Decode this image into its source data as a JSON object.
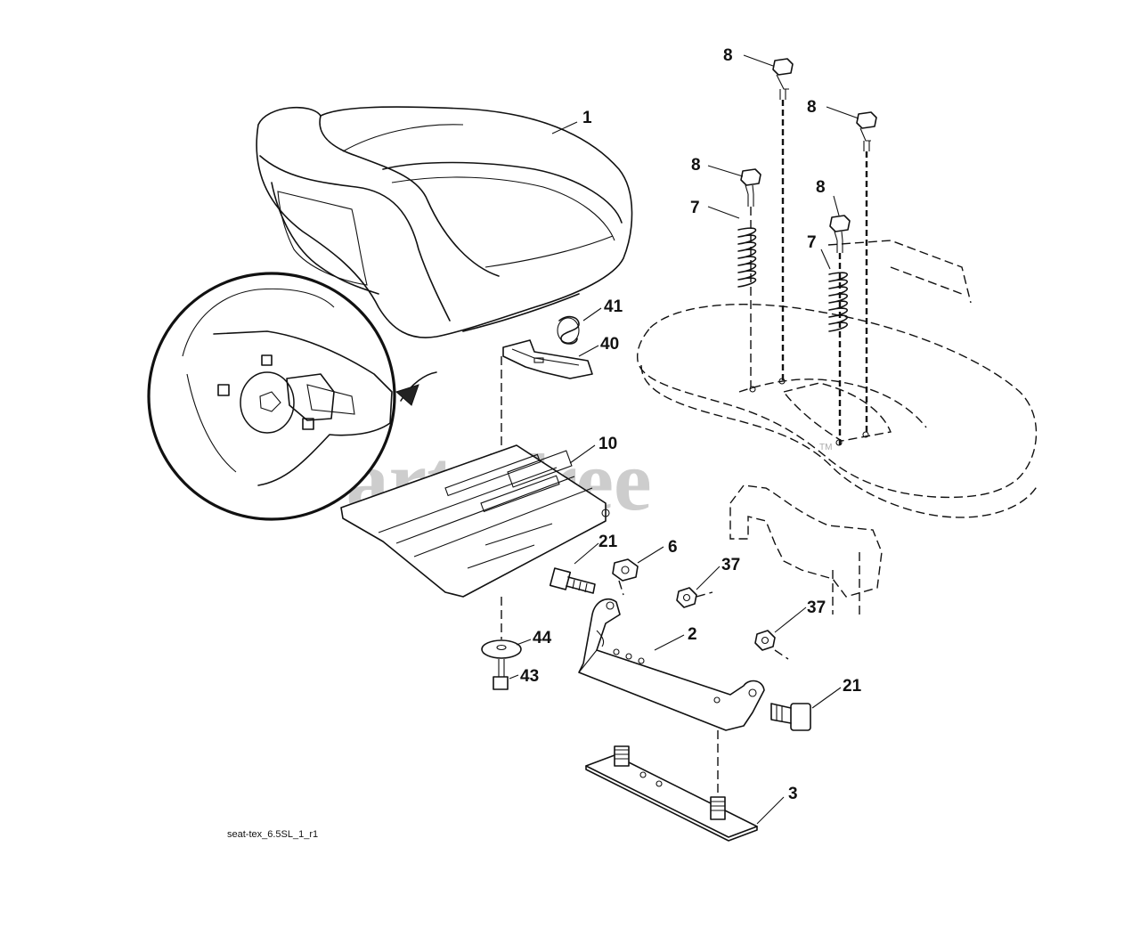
{
  "diagram": {
    "figure_id": "seat-tex_6.5SL_1_r1",
    "watermark": "PartsTree",
    "watermark_tm": "TM",
    "callouts": [
      {
        "id": "c1",
        "label": "1"
      },
      {
        "id": "c2",
        "label": "2"
      },
      {
        "id": "c3",
        "label": "3"
      },
      {
        "id": "c6",
        "label": "6"
      },
      {
        "id": "c7a",
        "label": "7"
      },
      {
        "id": "c7b",
        "label": "7"
      },
      {
        "id": "c8a",
        "label": "8"
      },
      {
        "id": "c8b",
        "label": "8"
      },
      {
        "id": "c8c",
        "label": "8"
      },
      {
        "id": "c8d",
        "label": "8"
      },
      {
        "id": "c10",
        "label": "10"
      },
      {
        "id": "c21a",
        "label": "21"
      },
      {
        "id": "c21b",
        "label": "21"
      },
      {
        "id": "c37a",
        "label": "37"
      },
      {
        "id": "c37b",
        "label": "37"
      },
      {
        "id": "c40",
        "label": "40"
      },
      {
        "id": "c41",
        "label": "41"
      },
      {
        "id": "c43",
        "label": "43"
      },
      {
        "id": "c44",
        "label": "44"
      }
    ]
  }
}
